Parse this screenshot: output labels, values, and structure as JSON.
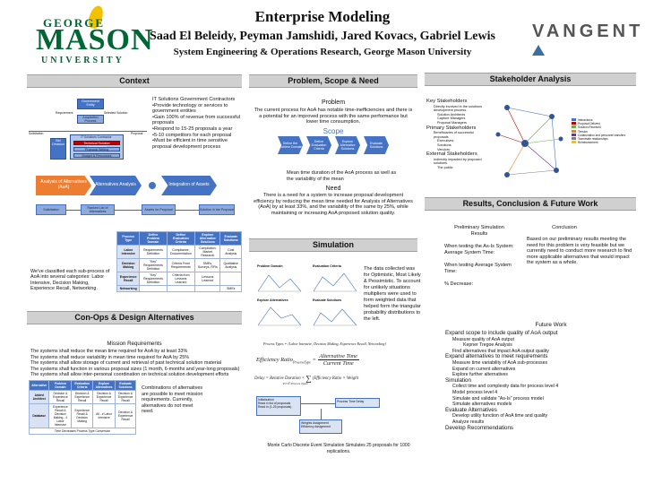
{
  "header": {
    "logo_top": "GEORGE",
    "logo_main": "MASON",
    "logo_bottom": "UNIVERSITY",
    "title": "Enterprise Modeling",
    "authors": "Saad El Beleidy, Peyman Jamshidi, Jared Kovacs, Gabriel Lewis",
    "affiliation": "System Engineering & Operations Research, George Mason University",
    "sponsor": "VANGENT"
  },
  "sections": {
    "context": "Context",
    "problem": "Problem, Scope & Need",
    "stakeholder": "Stakeholder Analysis",
    "results": "Results, Conclusion & Future Work",
    "simulation": "Simulation",
    "conops": "Con-Ops & Design Alternatives"
  },
  "context": {
    "bullets": [
      "IT Solutions Government Contractors",
      "•Provide technology or services to government entities",
      "•Gain 100% of revenue from successful proposals",
      "•Respond to 15-25 proposals a year",
      "•5-10 competitors for each proposal",
      "•Must be efficient in time sensitive proposal development process"
    ],
    "diagram": {
      "government_entity": "Government Entity",
      "requirement": "Requirement",
      "selected_solution": "Selected Solution",
      "acquisition_process": "Acquisition Process",
      "solicitation": "Solicitation",
      "proposal": "Proposal",
      "it_solutions_contractor": "IT Solutions Contractor",
      "bid_decision": "Bid Decision",
      "solution_development": "Technical Solution Development",
      "proposal_writing": "Proposal Writing",
      "budget_resources": "Budget & Resources"
    },
    "process": {
      "aoa": "Analysis of Alternatives (AoA)",
      "alt_analysis": "Alternatives Analysis",
      "integration": "Integration of Assets",
      "solicitation": "Solicitation",
      "ranked_list": "Ranked List of Alternatives",
      "assets_for_proposal": "Assets for Proposal",
      "solution_in_proposal": "Solution in the Proposal"
    }
  },
  "problem": {
    "heading": "Problem",
    "text": "The current process for AoA has notable time-inefficiencies and there is a potential for an improved process with the same performance but lower time consumption.",
    "scope_heading": "Scope",
    "scope_steps": [
      "Define the Problem Domain",
      "Define Evaluation Criteria",
      "Explore Alternative Solutions",
      "Evaluate Solutions"
    ],
    "scope_caption": "Mean time duration of the AoA process as well as the variability of the mean",
    "need_heading": "Need",
    "need_text": "There is a need for a system to increase proposal development efficiency by reducing the mean time needed for Analysis of Alternatives (AoA) by at least 33%, and the variability of the same by 25%, while maintaining or increasing AoA proposed solution quality."
  },
  "context_table": {
    "headers": [
      "Process Type",
      "Define Problem Domain",
      "Define Evaluation Criteria",
      "Explore Alternative Solutions",
      "Evaluate Solutions"
    ],
    "rows": [
      [
        "Labor Intensive",
        "Requirements Definition",
        "Compliance, Documentation",
        "Compilation, Market Research",
        "Cost Analysis"
      ],
      [
        "Decision Making",
        "\"Key\" Requirements Definition",
        "Criteria From Requirements",
        "SMEs, Surveys, RFIs",
        "Qualitative Analysis"
      ],
      [
        "Experience Recall",
        "\"Key\" Requirements Definition",
        "Criteria from Lessons Learned",
        "Lessons Learned",
        ""
      ],
      [
        "Networking",
        "",
        "",
        "",
        "SMEs"
      ]
    ],
    "caption": "We've classified each sub-process of AoA into several categories: Labor Intensive, Decision Making, Experience Recall, Networking."
  },
  "stakeholder": {
    "key": "Key Stakeholders",
    "key_items": [
      "Directly involved in the solutions development process.",
      "Solution Architects",
      "Capture Managers",
      "Proposal Managers"
    ],
    "primary": "Primary Stakeholders",
    "primary_items": [
      "Beneficiaries of successful proposals",
      "Executives",
      "Solutions",
      "Vendors"
    ],
    "external": "External Stakeholders",
    "external_items": [
      "Indirectly impacted by proposed solutions",
      "The public"
    ],
    "legend": [
      "Interactions",
      "Proposal Delivery",
      "Solution Received",
      "Tension",
      "Collaboration and personnel transfers",
      "Teammate relationships",
      "Reimbursement"
    ]
  },
  "results": {
    "prelim_heading": "Preliminary Simulation Results",
    "lines": [
      "When testing the As-Is System: Average System Time:",
      "When testing Average System Time:",
      "% Decrease:"
    ],
    "conclusion_heading": "Conclusion",
    "conclusion_text": "Based on our preliminary results meeting the need for this problem is very feasible but we currently need to conduct more research to find more applicable alternatives that would impact the system as a whole.",
    "future_heading": "Future Work",
    "future": [
      {
        "h": "Expand scope to include quality of AoA output",
        "items": [
          "Measure quality of AoA output",
          "Kepner Tregoe Analysis",
          "Find alternatives that impact AoA output quality"
        ]
      },
      {
        "h": "Expand alternatives to meet requirements",
        "items": [
          "Measure time variability of AoA sub-processes",
          "Expand on current alternatives",
          "Explore further alternatives"
        ]
      },
      {
        "h": "Simulation",
        "items": [
          "Collect time and complexity data for process level 4",
          "Model process level 4",
          "Simulate and validate \"As-Is\" process model",
          "Simulate alternatives models"
        ]
      },
      {
        "h": "Evaluate Alternatives",
        "items": [
          "Develop utility function of AoA time and quality",
          "Analyze results"
        ]
      },
      {
        "h": "Develop Recommendations",
        "items": []
      }
    ]
  },
  "simulation": {
    "plot_titles": [
      "Problem Domain",
      "Evaluation Criteria",
      "Explore Alternatives",
      "Evaluate Solutions"
    ],
    "text": "The data collected was for Optimistic, Most Likely & Pessimistic. To account for unlikely situations multipliers were used to form weighted data that helped form the triangular probability distributions to the left."
  },
  "conops": {
    "mission_heading": "Mission Requirements",
    "mission": [
      "The systems shall reduce the mean time required for AoA by at least 33%",
      "The systems shall reduce variability in mean time required for AoA by 25%",
      "The systems shall allow storage of current and retrieval of past technical solution material",
      "The systems shall function in various proposal sizes (1 month, 6-months and year-long proposals)",
      "The systems shall allow inter-personal coordination on technical solution development efforts"
    ],
    "formula_process_types": "Process Types = {Labor Intensive, Decision Making, Experience Recall, Networking}",
    "formula_ratio_left": "Efficiency Ratio",
    "formula_ratio_sub": "ProcessType",
    "formula_num": "Alternative Time",
    "formula_den": "Current Time",
    "formula_delay_left": "Delay = Relative Duration ×",
    "formula_delay_right": "(Efficiency Ratio",
    "formula_delay_weight": "× Weight",
    "formula_sum_sub": "PT ∈ Process Types",
    "table": {
      "headers": [
        "Alternative",
        "Problem Domain",
        "Evaluation Criteria",
        "Explore Alternatives",
        "Evaluate Solutions"
      ],
      "rows": [
        [
          "Added Architect",
          "Decision & Experience Recall",
          "Decision & Experience Recall",
          "Decision & Experience Recall",
          "Decision & Experience Recall"
        ],
        [
          "Database",
          "Experience Recall & Decision Making - 4 Labor Intensive",
          "Experience Recall & Decision Making",
          "All - # Labor Intensive",
          "Decision & Experience Recall"
        ]
      ],
      "footer": "Time Decreases Process Type Conversion"
    },
    "combinations_text": "Combinations of alternatives are possible to meet mission requirements. Currently, alternatives do not meet need."
  },
  "montecarlo": {
    "caption": "Monte Carlo Discrete Event Simulation Simulates 25 proposals for 1000 replications.",
    "steps": [
      "Initialization",
      "Read in list of proposals",
      "Read in (1-25 proposals)",
      "Process Time Delay",
      "Weights Assignment",
      "Efficiency Assignment"
    ]
  }
}
